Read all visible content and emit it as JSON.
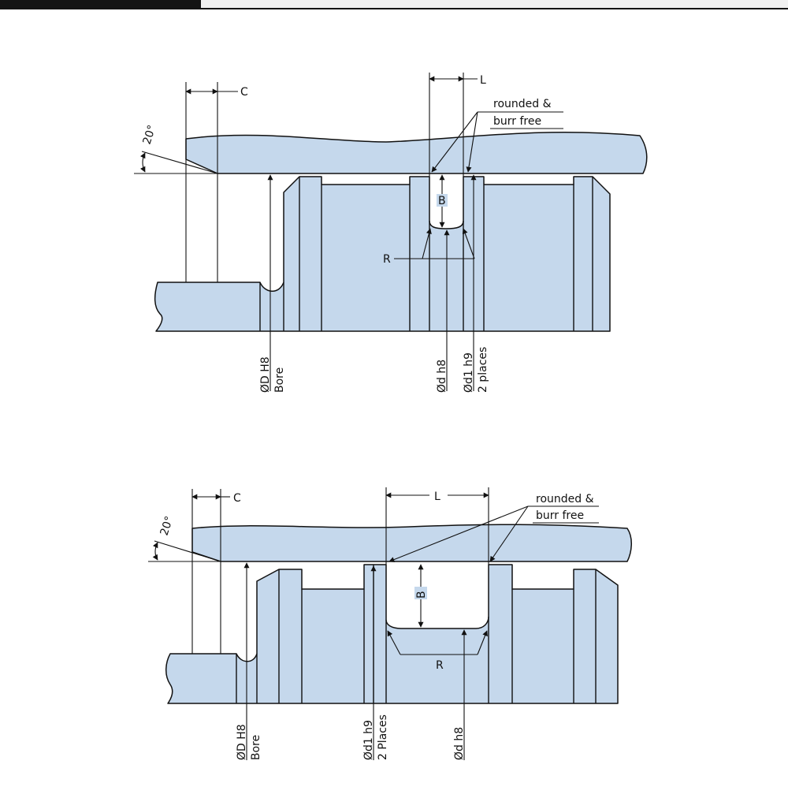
{
  "diagram_top": {
    "label_C": "C",
    "label_L": "L",
    "label_B": "B",
    "label_R": "R",
    "angle": "20°",
    "note_line1": "rounded &",
    "note_line2": "burr free",
    "bore_l1": "ØD H8",
    "bore_l2": "Bore",
    "groove_d": "Ød h8",
    "land_l1": "Ød1 h9",
    "land_l2": "2 places"
  },
  "diagram_bottom": {
    "label_C": "C",
    "label_L": "L",
    "label_B": "B",
    "label_R": "R",
    "angle": "20°",
    "note_line1": "rounded &",
    "note_line2": "burr free",
    "bore_l1": "ØD H8",
    "bore_l2": "Bore",
    "land_l1": "Ød1 h9",
    "land_l2": "2 Places",
    "groove_d": "Ød h8"
  },
  "colors": {
    "part_fill": "#c5d8ec",
    "line": "#111111"
  }
}
